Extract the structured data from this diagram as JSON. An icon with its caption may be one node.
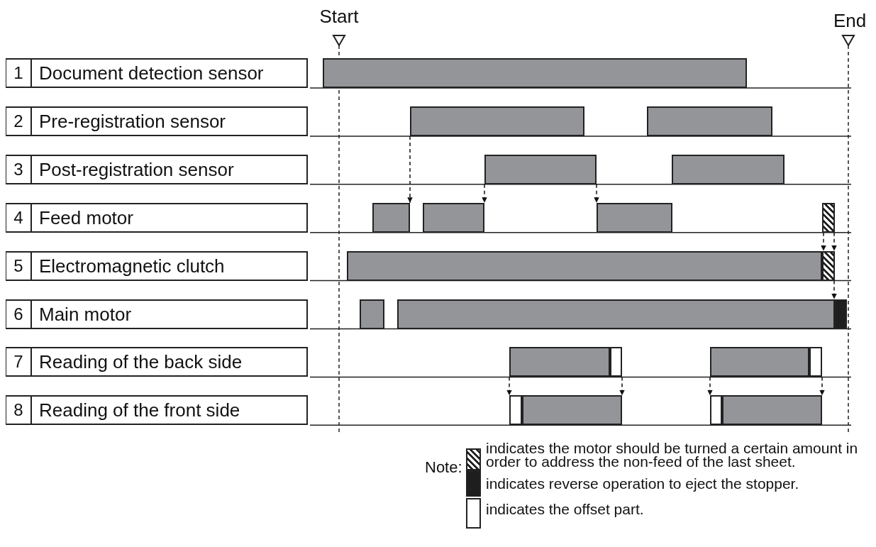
{
  "diagram": {
    "nodes": [
      {
        "text": [
          "1"
        ]
      },
      {
        "text": [
          "Document detection sensor"
        ]
      },
      {
        "text": [],
        "shape": "bar"
      },
      {
        "text": [
          "2"
        ]
      },
      {
        "text": [
          "Pre-registration sensor"
        ]
      },
      {
        "text": [],
        "shape": "bar"
      },
      {
        "text": [],
        "shape": "bar"
      },
      {
        "text": [
          "3"
        ]
      },
      {
        "text": [
          "Post-registration sensor"
        ]
      },
      {
        "text": [],
        "shape": "bar"
      },
      {
        "text": [],
        "shape": "bar"
      },
      {
        "text": [
          "4"
        ]
      },
      {
        "text": [
          "Feed motor"
        ]
      },
      {
        "text": [],
        "shape": "bar"
      },
      {
        "text": [],
        "shape": "bar"
      },
      {
        "text": [],
        "shape": "bar"
      },
      {
        "text": [],
        "shape": "bar"
      },
      {
        "text": [
          "5"
        ]
      },
      {
        "text": [
          "Electromagnetic clutch"
        ]
      },
      {
        "text": [],
        "shape": "bar"
      },
      {
        "text": [],
        "shape": "bar"
      },
      {
        "text": [
          "6"
        ]
      },
      {
        "text": [
          "Main motor"
        ]
      },
      {
        "text": [],
        "shape": "bar"
      },
      {
        "text": [],
        "shape": "bar"
      },
      {
        "text": [],
        "shape": "bar"
      },
      {
        "text": [
          "7"
        ]
      },
      {
        "text": [
          "Reading of the back side"
        ]
      },
      {
        "text": [],
        "shape": "bar"
      },
      {
        "text": [],
        "shape": "bar"
      },
      {
        "text": [],
        "shape": "bar"
      },
      {
        "text": [],
        "shape": "bar"
      },
      {
        "text": [
          "8"
        ]
      },
      {
        "text": [
          "Reading of the front side"
        ]
      },
      {
        "text": [],
        "shape": "bar"
      },
      {
        "text": [],
        "shape": "bar"
      },
      {
        "text": [],
        "shape": "bar"
      },
      {
        "text": [],
        "shape": "bar"
      }
    ],
    "edges": [
      {
        "from": 5,
        "to": 13,
        "arrow": "to",
        "style": "dashed"
      },
      {
        "from": 9,
        "to": 14,
        "arrow": "to",
        "style": "dashed"
      },
      {
        "from": 9,
        "to": 15,
        "arrow": "to",
        "style": "dashed"
      },
      {
        "from": 16,
        "to": 20,
        "arrow": "to",
        "style": "dashed"
      },
      {
        "from": 16,
        "to": 20,
        "arrow": "to",
        "style": "dashed"
      },
      {
        "from": 20,
        "to": 25,
        "arrow": "to",
        "style": "dashed"
      },
      {
        "from": 28,
        "to": 34,
        "arrow": "to",
        "style": "dashed"
      },
      {
        "from": 29,
        "to": 35,
        "arrow": "to",
        "style": "dashed"
      },
      {
        "from": 30,
        "to": 36,
        "arrow": "to",
        "style": "dashed"
      },
      {
        "from": 31,
        "to": 37,
        "arrow": "to",
        "style": "dashed"
      }
    ],
    "labels": [
      "Start",
      "End",
      "Note:"
    ],
    "legend": [
      {
        "text": "indicates the motor should be turned a certain amount in order to address the non-feed of the last sheet."
      },
      {
        "text": "indicates reverse operation to eject the stopper.",
        "color": "#1e1e1e"
      },
      {
        "text": "indicates the offset part.",
        "color": "#ffffff"
      }
    ]
  }
}
